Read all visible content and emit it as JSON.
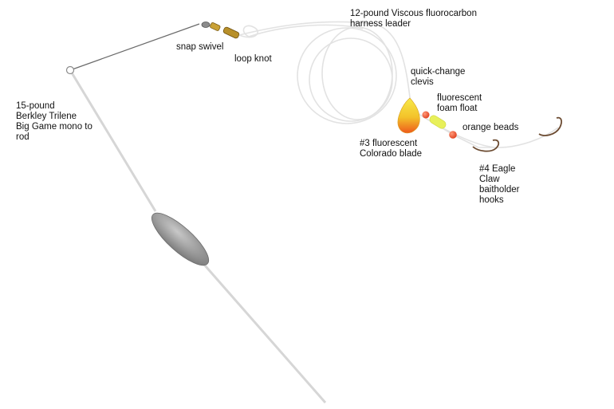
{
  "labels": {
    "mono_to_rod": "15-pound\nBerkley Trilene\nBig Game mono to\nrod",
    "snap_swivel": "snap swivel",
    "loop_knot": "loop knot",
    "harness_leader": "12-pound Viscous fluorocarbon\nharness leader",
    "clevis": "quick-change\nclevis",
    "foam_float": "fluorescent\nfoam float",
    "beads": "orange beads",
    "blade": "#3 fluorescent\nColorado blade",
    "hooks": "#4 Eagle\nClaw\nbaitholder\nhooks"
  },
  "colors": {
    "line": "#d8d8d8",
    "blade_top": "#f4e23a",
    "blade_bottom": "#ee5a1c",
    "float": "#e8f05a",
    "bead": "#f05a3a",
    "sinker": "#9a9a9a",
    "swivel": "#b08a2a",
    "hook": "#6b4a30"
  },
  "icons": [
    "walking-sinker-icon",
    "snap-swivel-icon",
    "colorado-blade-icon",
    "foam-float-icon",
    "bead-icon",
    "hook-icon",
    "rod-eye-icon"
  ]
}
